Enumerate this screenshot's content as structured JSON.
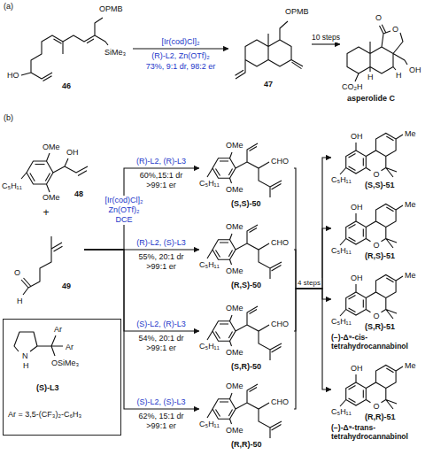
{
  "diagram": {
    "nodes": [
      {
        "text": [
          "OPMB",
          "SiMe₃",
          "HO",
          "46"
        ]
      },
      {
        "text": [
          "OPMB",
          "47"
        ]
      },
      {
        "text": [
          "O",
          "O",
          "OH",
          "H",
          "H",
          "CO₂H",
          "asperolide C"
        ]
      },
      {
        "text": [
          "OMe",
          "OH",
          "OMe",
          "C₅H₁₁",
          "48"
        ]
      },
      {
        "text": [
          "O",
          "H",
          "49"
        ]
      },
      {
        "text": [
          "N",
          "H",
          "Ar",
          "Ar",
          "OSiMe₃",
          "(S)-L3",
          "Ar = 3,5-(CF₃)₂-C₆H₃"
        ]
      },
      {
        "text": [
          "OMe",
          "CHO",
          "OMe",
          "C₅H₁₁",
          "(S,S)-50"
        ]
      },
      {
        "text": [
          "OMe",
          "CHO",
          "OMe",
          "C₅H₁₁",
          "(R,S)-50"
        ]
      },
      {
        "text": [
          "OMe",
          "CHO",
          "OMe",
          "C₅H₁₁",
          "(S,R)-50"
        ]
      },
      {
        "text": [
          "OMe",
          "CHO",
          "OMe",
          "C₅H₁₁",
          "(R,R)-50"
        ]
      },
      {
        "text": [
          "OH",
          "Me",
          "O",
          "C₅H₁₁",
          "(S,S)-51"
        ]
      },
      {
        "text": [
          "OH",
          "Me",
          "O",
          "C₅H₁₁",
          "(R,S)-51"
        ]
      },
      {
        "text": [
          "OH",
          "Me",
          "O",
          "C₅H₁₁",
          "(S,R)-51",
          "(−)-Δ⁹-cis-tetrahydrocannabinol"
        ]
      },
      {
        "text": [
          "OH",
          "Me",
          "O",
          "C₅H₁₁",
          "(R,R)-51",
          "(−)-Δ⁹-trans-tetrahydrocannabinol"
        ]
      }
    ],
    "edges": [
      {
        "from": 0,
        "to": 1,
        "arrow": "to",
        "label": "[Ir(cod)Cl]₂"
      },
      {
        "from": 1,
        "to": 2,
        "arrow": "to",
        "label": "10 steps"
      },
      {
        "from": 4,
        "to": 6,
        "arrow": "to",
        "label": "(R)-L2, (R)-L3"
      },
      {
        "from": 4,
        "to": 7,
        "arrow": "to",
        "label": "(R)-L2, (S)-L3"
      },
      {
        "from": 4,
        "to": 8,
        "arrow": "to",
        "label": "(S)-L2, (R)-L3"
      },
      {
        "from": 4,
        "to": 9,
        "arrow": "to",
        "label": "(S)-L2, (S)-L3"
      },
      {
        "from": 6,
        "to": 10,
        "arrow": "to"
      },
      {
        "from": 7,
        "to": 11,
        "arrow": "to"
      },
      {
        "from": 8,
        "to": 12,
        "arrow": "to"
      },
      {
        "from": 9,
        "to": 13,
        "arrow": "to"
      }
    ],
    "labels": [
      "(a)",
      "(R)-L2, Zn(OTf)₂",
      "73%, 9:1 dr, 98:2 er",
      "(b)",
      "+",
      "[Ir(cod)Cl]₂",
      "Zn(OTf)₂",
      "DCE",
      "60%,15:1 dr",
      ">99:1 er",
      "55%, 20:1 dr",
      ">99:1 er",
      "54%, 20:1 dr",
      ">99:1 er",
      "62%, 15:1 dr",
      ">99:1 er",
      "4 steps"
    ]
  }
}
